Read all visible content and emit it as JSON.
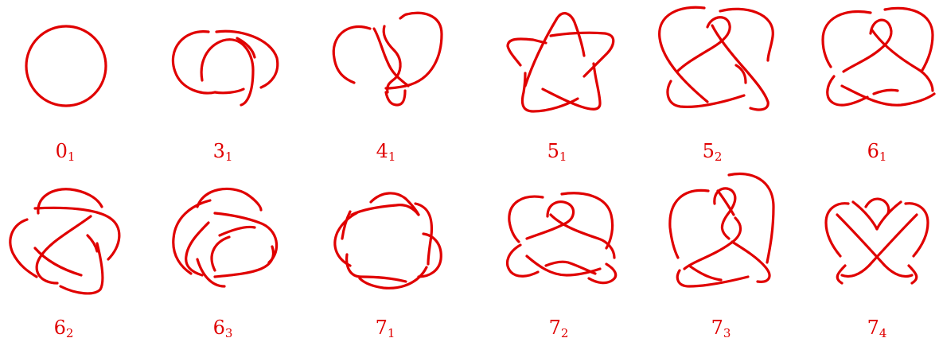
{
  "knot_color": "#e00000",
  "knots": [
    {
      "id": "k01",
      "main": "0",
      "sub": "1"
    },
    {
      "id": "k31",
      "main": "3",
      "sub": "1"
    },
    {
      "id": "k41",
      "main": "4",
      "sub": "1"
    },
    {
      "id": "k51",
      "main": "5",
      "sub": "1"
    },
    {
      "id": "k52",
      "main": "5",
      "sub": "2"
    },
    {
      "id": "k61",
      "main": "6",
      "sub": "1"
    },
    {
      "id": "k62",
      "main": "6",
      "sub": "2"
    },
    {
      "id": "k63",
      "main": "6",
      "sub": "3"
    },
    {
      "id": "k71",
      "main": "7",
      "sub": "1"
    },
    {
      "id": "k72",
      "main": "7",
      "sub": "2"
    },
    {
      "id": "k73",
      "main": "7",
      "sub": "3"
    },
    {
      "id": "k74",
      "main": "7",
      "sub": "4"
    }
  ]
}
